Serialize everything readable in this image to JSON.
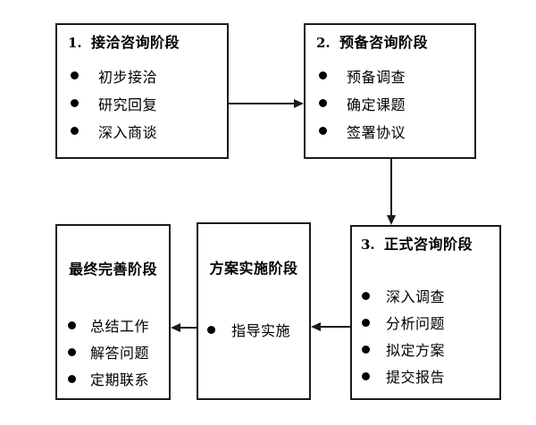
{
  "diagram": {
    "title_text_present": false,
    "background_color": "#ffffff",
    "line_color": "#1a1a1a",
    "text_color": "#000000",
    "nodes": [
      {
        "id": "contact",
        "number": "1.",
        "title": "接洽咨询阶段",
        "items": [
          "初步接洽",
          "研究回复",
          "深入商谈"
        ]
      },
      {
        "id": "prepare",
        "number": "2.",
        "title": "预备咨询阶段",
        "items": [
          "预备调查",
          "确定课题",
          "签署协议"
        ]
      },
      {
        "id": "formal",
        "number": "3.",
        "title": "正式咨询阶段",
        "items": [
          "深入调查",
          "分析问题",
          "拟定方案",
          "提交报告"
        ]
      },
      {
        "id": "implement",
        "number": "",
        "title": "方案实施阶段",
        "items": [
          "指导实施"
        ]
      },
      {
        "id": "final",
        "number": "",
        "title": "最终完善阶段",
        "items": [
          "总结工作",
          "解答问题",
          "定期联系"
        ]
      }
    ],
    "connectors": [
      {
        "id": "contact-to-prepare",
        "from": "contact",
        "to": "prepare",
        "direction": "right"
      },
      {
        "id": "prepare-to-formal",
        "from": "prepare",
        "to": "formal",
        "direction": "down"
      },
      {
        "id": "formal-to-implement",
        "from": "formal",
        "to": "implement",
        "direction": "left"
      },
      {
        "id": "implement-to-final",
        "from": "implement",
        "to": "final",
        "direction": "left"
      }
    ]
  }
}
